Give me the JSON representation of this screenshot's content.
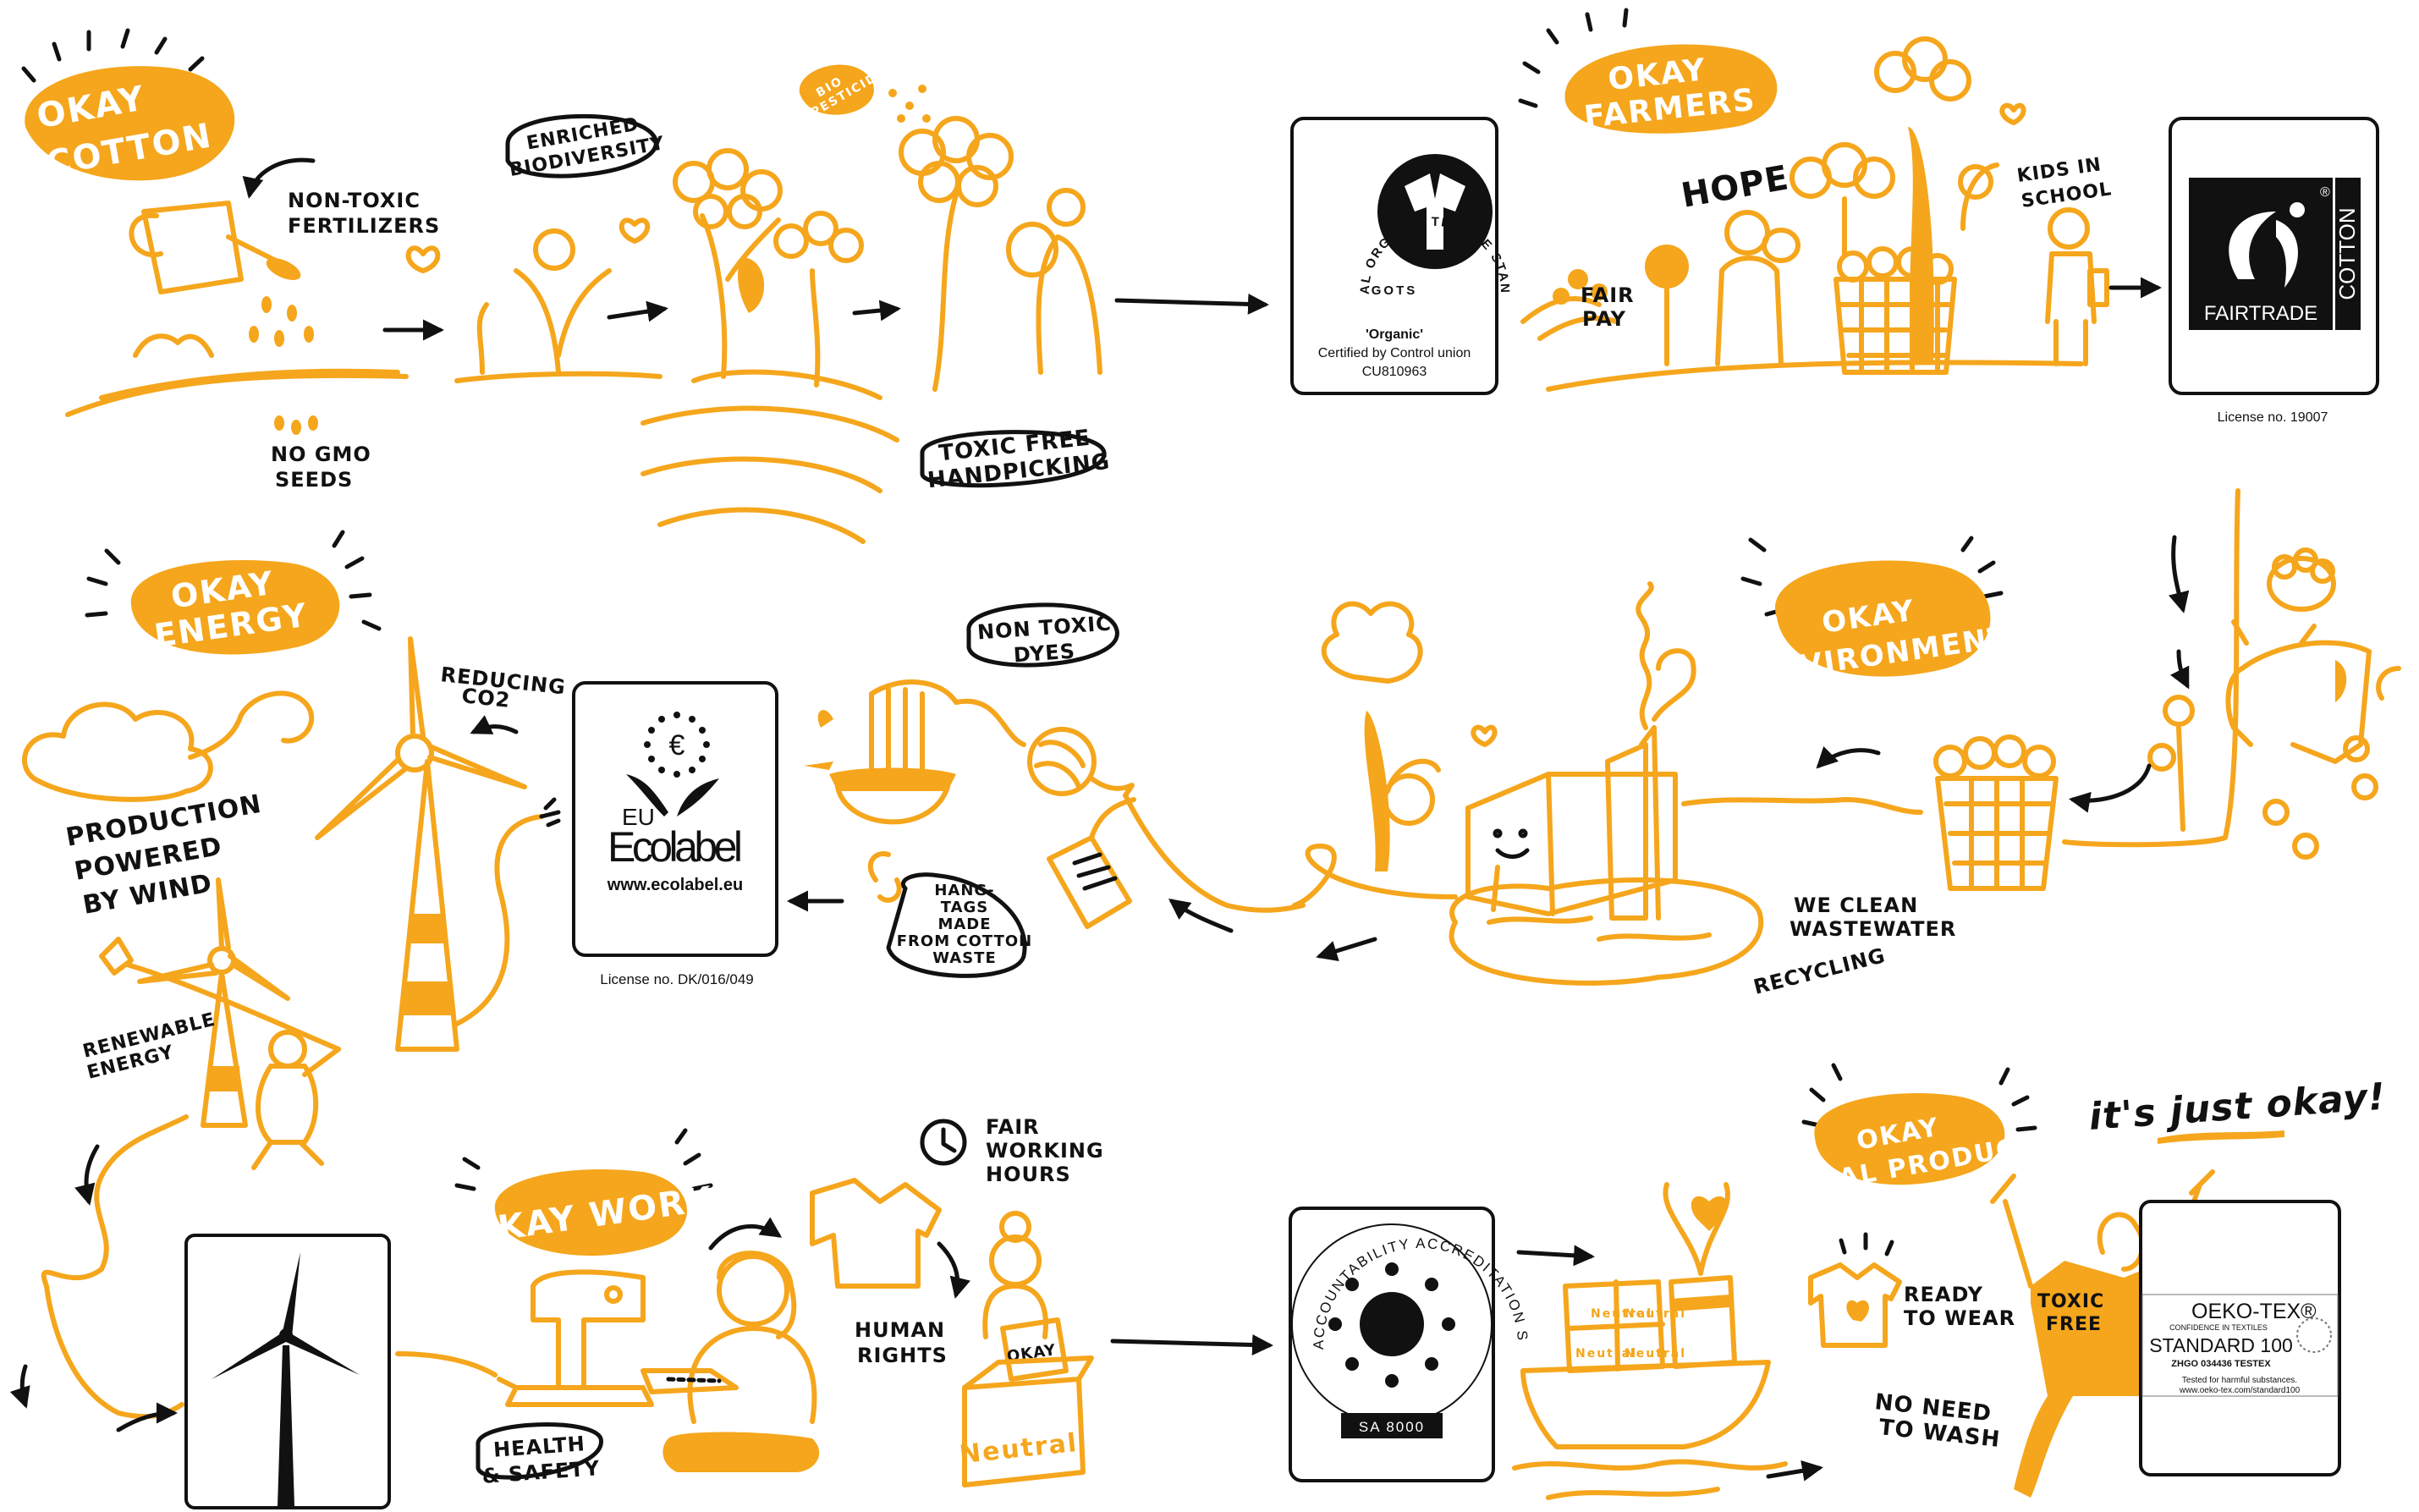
{
  "sections": {
    "cotton": {
      "title_lines": [
        "OKAY",
        "COTTON"
      ]
    },
    "farmers": {
      "title_lines": [
        "OKAY",
        "FARMERS"
      ]
    },
    "energy": {
      "title_lines": [
        "OKAY",
        "ENERGY"
      ]
    },
    "environment": {
      "title_lines": [
        "OKAY",
        "ENVIRONMENT"
      ]
    },
    "work": {
      "title_lines": [
        "OKAY WORK"
      ]
    },
    "final_product": {
      "title_lines": [
        "OKAY",
        "FINAL PRODUCT"
      ]
    }
  },
  "labels": {
    "non_toxic_fertilizers": [
      "NON-TOXIC",
      "FERTILIZERS"
    ],
    "no_gmo_seeds": [
      "NO GMO",
      "SEEDS"
    ],
    "enriched_biodiversity": [
      "ENRICHED",
      "BIODIVERSITY"
    ],
    "bio_pesticides": [
      "BIO",
      "PESTICIDES"
    ],
    "toxic_free_handpicking": [
      "TOXIC FREE",
      "HANDPICKING"
    ],
    "fair_pay": [
      "FAIR",
      "PAY"
    ],
    "hope": "HOPE",
    "kids_in_school": [
      "KIDS IN",
      "SCHOOL"
    ],
    "reducing_co2": [
      "REDUCING",
      "CO2"
    ],
    "production_powered_by_wind": [
      "PRODUCTION",
      "POWERED",
      "BY WIND"
    ],
    "renewable_energy": [
      "RENEWABLE",
      "ENERGY"
    ],
    "non_toxic_dyes": [
      "NON TOXIC",
      "DYES"
    ],
    "hang_tags": [
      "HANG-",
      "TAGS",
      "MADE",
      "FROM COTTON",
      "WASTE"
    ],
    "we_clean_wastewater": [
      "WE CLEAN",
      "WASTEWATER"
    ],
    "recycling": "RECYCLING",
    "health_safety": [
      "HEALTH",
      "& SAFETY"
    ],
    "fair_working_hours": [
      "FAIR",
      "WORKING",
      "HOURS"
    ],
    "human_rights": [
      "HUMAN",
      "RIGHTS"
    ],
    "okay_box": "OKAY",
    "neutral_box": "Neutral",
    "ready_to_wear": [
      "READY",
      "TO WEAR"
    ],
    "no_need_to_wash": [
      "NO NEED",
      "TO WASH"
    ],
    "toxic_free": [
      "TOXIC",
      "FREE"
    ],
    "tagline": "it's just okay!"
  },
  "certificates": {
    "gots": {
      "ring_text": "GLOBAL ORGANIC TEXTILE STANDARD",
      "bottom_text": "GOTS",
      "line1": "'Organic'",
      "line2": "Certified by Control union",
      "line3": "CU810963"
    },
    "fairtrade": {
      "name": "FAIRTRADE",
      "side": "COTTON",
      "license": "License no. 19007"
    },
    "ecolabel": {
      "line1": "EU",
      "line2": "Ecolabel",
      "url": "www.ecolabel.eu",
      "license": "License no. DK/016/049"
    },
    "sa8000": {
      "ring_text": "SOCIAL ACCOUNTABILITY ACCREDITATION SERVICES",
      "badge": "SA 8000"
    },
    "oekotex": {
      "brand": "OEKO-TEX®",
      "sub": "CONFIDENCE IN TEXTILES",
      "standard": "STANDARD 100",
      "code": "ZHGO 034436 TESTEX",
      "tested": "Tested for harmful substances.",
      "url": "www.oeko-tex.com/standard100"
    }
  },
  "colors": {
    "accent": "#f5a61c",
    "ink": "#111111",
    "background": "#ffffff"
  }
}
